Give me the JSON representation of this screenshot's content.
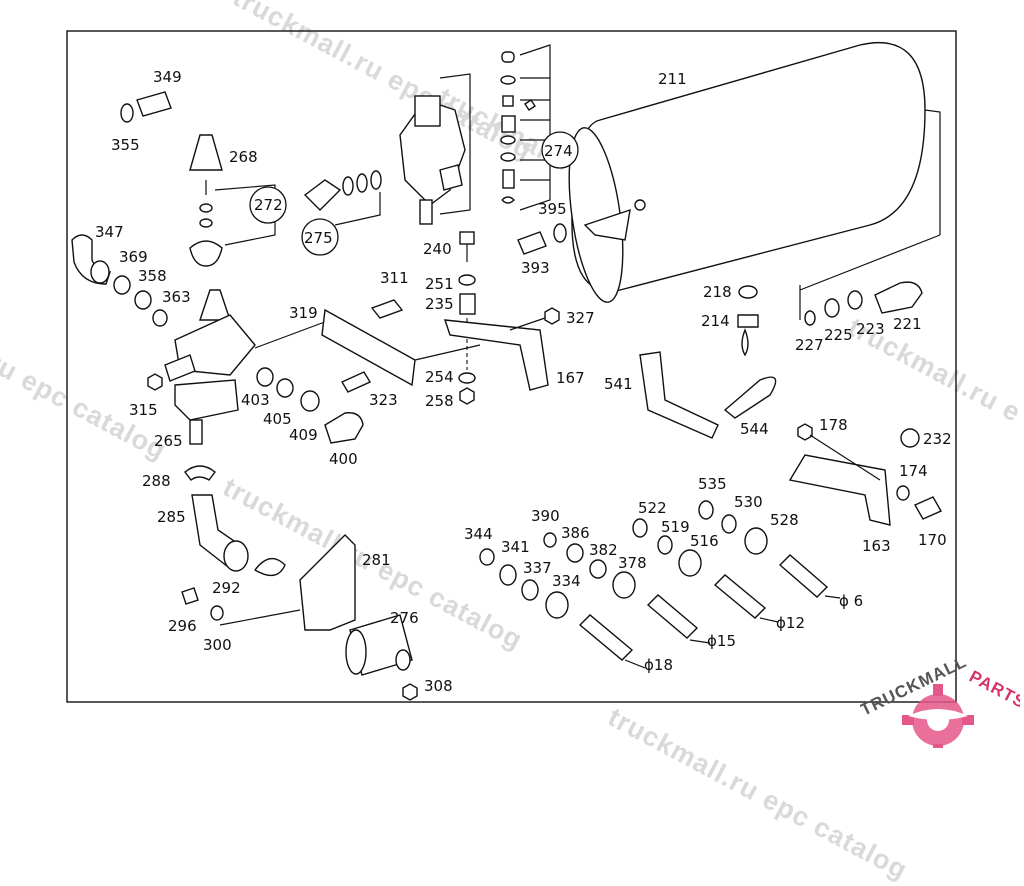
{
  "watermark": "truckmall.ru epc catalog",
  "watermark_short": "truckmall.ru e",
  "watermark_left": "ru epc catalog",
  "brand": {
    "name_dark": "TRUCKMALL",
    "name_accent": "PARTS",
    "accent_color": "#d6336c",
    "dark_color": "#555555"
  },
  "callouts": [
    {
      "id": "p349",
      "text": "349"
    },
    {
      "id": "p355",
      "text": "355"
    },
    {
      "id": "p268",
      "text": "268"
    },
    {
      "id": "p272",
      "text": "272"
    },
    {
      "id": "p275",
      "text": "275"
    },
    {
      "id": "p274",
      "text": "274"
    },
    {
      "id": "p211",
      "text": "211"
    },
    {
      "id": "p395",
      "text": "395"
    },
    {
      "id": "p240",
      "text": "240"
    },
    {
      "id": "p393",
      "text": "393"
    },
    {
      "id": "p347",
      "text": "347"
    },
    {
      "id": "p369",
      "text": "369"
    },
    {
      "id": "p358",
      "text": "358"
    },
    {
      "id": "p363",
      "text": "363"
    },
    {
      "id": "p251",
      "text": "251"
    },
    {
      "id": "p311",
      "text": "311"
    },
    {
      "id": "p235",
      "text": "235"
    },
    {
      "id": "p319",
      "text": "319"
    },
    {
      "id": "p327",
      "text": "327"
    },
    {
      "id": "p218",
      "text": "218"
    },
    {
      "id": "p214",
      "text": "214"
    },
    {
      "id": "p227",
      "text": "227"
    },
    {
      "id": "p225",
      "text": "225"
    },
    {
      "id": "p223",
      "text": "223"
    },
    {
      "id": "p221",
      "text": "221"
    },
    {
      "id": "p167",
      "text": "167"
    },
    {
      "id": "p254",
      "text": "254"
    },
    {
      "id": "p541",
      "text": "541"
    },
    {
      "id": "p315",
      "text": "315"
    },
    {
      "id": "p323",
      "text": "323"
    },
    {
      "id": "p258",
      "text": "258"
    },
    {
      "id": "p403",
      "text": "403"
    },
    {
      "id": "p405",
      "text": "405"
    },
    {
      "id": "p409",
      "text": "409"
    },
    {
      "id": "p265",
      "text": "265"
    },
    {
      "id": "p400",
      "text": "400"
    },
    {
      "id": "p544",
      "text": "544"
    },
    {
      "id": "p178",
      "text": "178"
    },
    {
      "id": "p232",
      "text": "232"
    },
    {
      "id": "p174",
      "text": "174"
    },
    {
      "id": "p288",
      "text": "288"
    },
    {
      "id": "p535",
      "text": "535"
    },
    {
      "id": "p522",
      "text": "522"
    },
    {
      "id": "p530",
      "text": "530"
    },
    {
      "id": "p390",
      "text": "390"
    },
    {
      "id": "p285",
      "text": "285"
    },
    {
      "id": "p519",
      "text": "519"
    },
    {
      "id": "p528",
      "text": "528"
    },
    {
      "id": "p344",
      "text": "344"
    },
    {
      "id": "p386",
      "text": "386"
    },
    {
      "id": "p516",
      "text": "516"
    },
    {
      "id": "p163",
      "text": "163"
    },
    {
      "id": "p170",
      "text": "170"
    },
    {
      "id": "p341",
      "text": "341"
    },
    {
      "id": "p382",
      "text": "382"
    },
    {
      "id": "p281",
      "text": "281"
    },
    {
      "id": "p337",
      "text": "337"
    },
    {
      "id": "p378",
      "text": "378"
    },
    {
      "id": "p292",
      "text": "292"
    },
    {
      "id": "p334",
      "text": "334"
    },
    {
      "id": "p6",
      "text": "ϕ 6"
    },
    {
      "id": "p276",
      "text": "276"
    },
    {
      "id": "p296",
      "text": "296"
    },
    {
      "id": "p12",
      "text": "ϕ12"
    },
    {
      "id": "p300",
      "text": "300"
    },
    {
      "id": "p15",
      "text": "ϕ15"
    },
    {
      "id": "p18",
      "text": "ϕ18"
    },
    {
      "id": "p308",
      "text": "308"
    }
  ]
}
